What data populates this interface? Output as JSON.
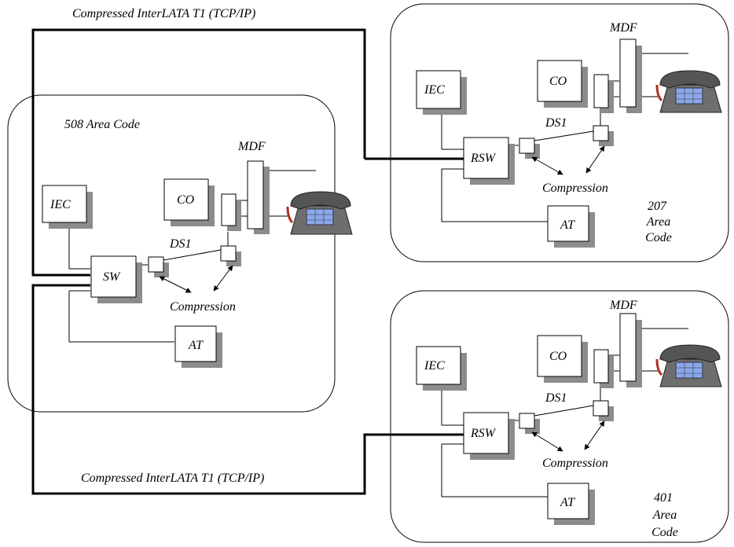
{
  "diagram": {
    "top_link_label": "Compressed InterLATA T1 (TCP/IP)",
    "bottom_link_label": "Compressed InterLATA T1 (TCP/IP)",
    "region_508": {
      "title": "508 Area Code",
      "iec": "IEC",
      "co": "CO",
      "mdf": "MDF",
      "sw": "SW",
      "ds1": "DS1",
      "compression": "Compression",
      "at": "AT"
    },
    "region_207": {
      "iec": "IEC",
      "co": "CO",
      "mdf": "MDF",
      "sw": "RSW",
      "ds1": "DS1",
      "compression": "Compression",
      "at": "AT",
      "area_num": "207",
      "area_word": "Area",
      "code_word": "Code"
    },
    "region_401": {
      "iec": "IEC",
      "co": "CO",
      "mdf": "MDF",
      "sw": "RSW",
      "ds1": "DS1",
      "compression": "Compression",
      "at": "AT",
      "area_num": "401",
      "area_word": "Area",
      "code_word": "Code"
    },
    "colors": {
      "shadow": "#8c8c8c",
      "phone_body": "#6e6e6e",
      "keypad": "#8aa8e8",
      "cord": "#b03020"
    }
  }
}
